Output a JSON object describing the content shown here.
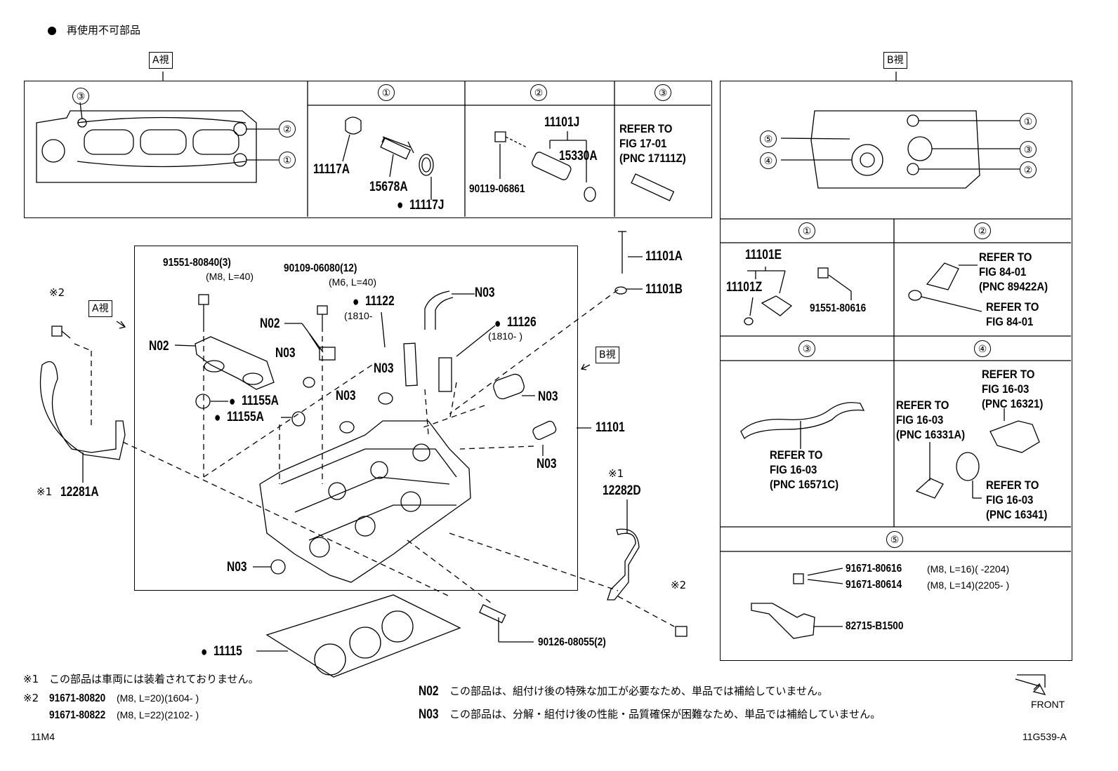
{
  "legend": {
    "dot_label": "再使用不可部品"
  },
  "views": {
    "a": "A視",
    "b": "B視"
  },
  "circled": [
    "①",
    "②",
    "③",
    "④",
    "⑤"
  ],
  "panel_a": {
    "detail1_parts": [
      "11117A",
      "15678A",
      "11117J"
    ],
    "detail2_parts": [
      "11101J",
      "15330A",
      "90119-06861"
    ],
    "detail3_ref": "REFER TO\nFIG 17-01\n(PNC 17111Z)"
  },
  "main": {
    "parts": {
      "p91551_80840": "91551-80840(3)",
      "p91551_spec": "(M8, L=40)",
      "p90109": "90109-06080(12)",
      "p90109_spec": "(M6, L=40)",
      "p11122": "11122",
      "p11122_note": "(1810-",
      "p11126": "11126",
      "p11126_note": "(1810-      )",
      "p11155a_1": "11155A",
      "p11155a_2": "11155A",
      "p11101": "11101",
      "p11101a": "11101A",
      "p11101b": "11101B",
      "p12281a": "12281A",
      "p12282d": "12282D",
      "p11115": "11115",
      "p90126": "90126-08055(2)",
      "n02": "N02",
      "n03": "N03",
      "kome1": "※1",
      "kome2": "※2"
    }
  },
  "panel_b": {
    "d1": {
      "parts": [
        "11101E",
        "11101Z",
        "91551-80616"
      ]
    },
    "d2": {
      "ref1": "REFER TO\nFIG 84-01\n(PNC 89422A)",
      "ref2": "REFER TO\nFIG 84-01"
    },
    "d3": {
      "ref": "REFER TO\nFIG 16-03\n(PNC 16571C)"
    },
    "d4": {
      "ref1": "REFER TO\nFIG 16-03\n(PNC 16321)",
      "ref2": "REFER TO\nFIG 16-03\n(PNC 16331A)",
      "ref3": "REFER TO\nFIG 16-03\n(PNC 16341)"
    },
    "d5": {
      "bolt1": "91671-80616",
      "bolt1_spec": "(M8, L=16)(        -2204)",
      "bolt2": "91671-80614",
      "bolt2_spec": "(M8, L=14)(2205-        )",
      "bracket": "82715-B1500"
    }
  },
  "footnotes": {
    "note1_mark": "※1",
    "note1": "この部品は車両には装着されておりません。",
    "note2_mark": "※2",
    "note2_a_part": "91671-80820",
    "note2_a_spec": "(M8, L=20)(1604-        )",
    "note2_b_part": "91671-80822",
    "note2_b_spec": "(M8, L=22)(2102-        )",
    "n02_label": "N02",
    "n02_text": "この部品は、組付け後の特殊な加工が必要なため、単品では補給していません。",
    "n03_label": "N03",
    "n03_text": "この部品は、分解・組付け後の性能・品質確保が困難なため、単品では補給していません。",
    "front": "FRONT",
    "model": "11M4",
    "figure_id": "11G539-A"
  }
}
